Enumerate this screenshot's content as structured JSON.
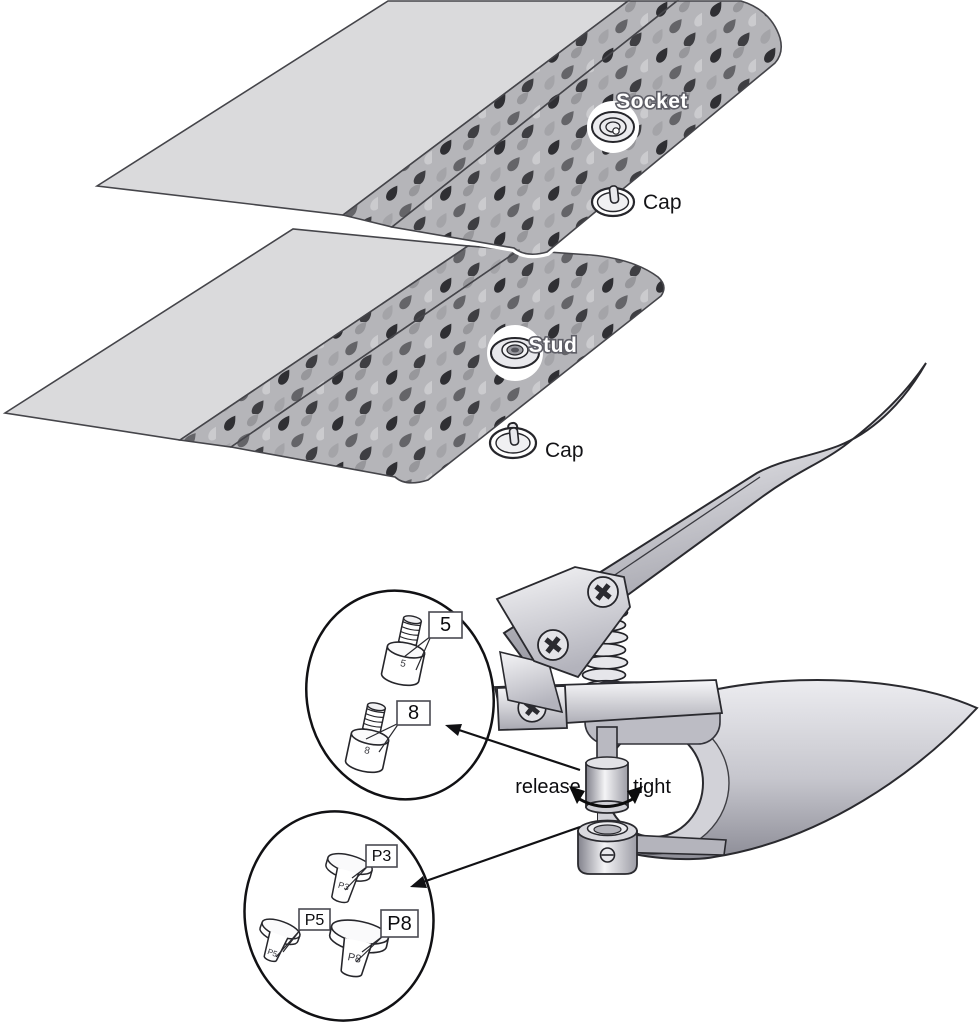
{
  "diagram": {
    "top_panel": {
      "fastener_label": "Socket",
      "cap_label": "Cap"
    },
    "middle_panel": {
      "fastener_label": "Stud",
      "cap_label": "Cap"
    },
    "tool": {
      "release_label": "release",
      "tight_label": "tight"
    },
    "upper_die_callout": {
      "die_a_label": "5",
      "die_b_label": "8"
    },
    "lower_die_callout": {
      "die_a_label": "P3",
      "die_b_label": "P5",
      "die_c_label": "P8"
    },
    "colors": {
      "background": "#ffffff",
      "fabric_plain": "#dadadc",
      "fabric_band": "#b5b5b9",
      "outline": "#2a2a2f",
      "metal_light": "#f6f6f8",
      "metal_dark": "#8d8d97",
      "label_text": "#0c0c0f",
      "fastener_text": "#ffffff"
    }
  }
}
